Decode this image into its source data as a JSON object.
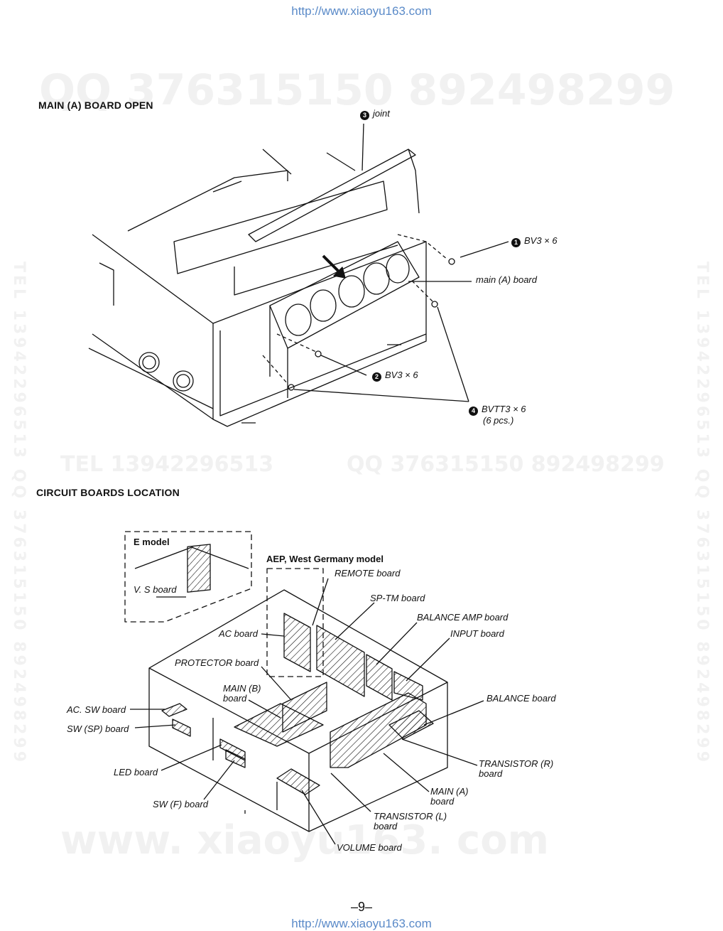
{
  "source_url": "http://www.xiaoyu163.com",
  "watermarks": {
    "top_qq": "QQ 376315150   892498299",
    "mid_tel": "TEL 13942296513",
    "mid_qq": "QQ 376315150 892498299",
    "bottom_www": "www. xiaoyu163. com",
    "side_vertical": "TEL 13942296513  QQ 376315150 892498299"
  },
  "section1": {
    "title": "MAIN (A) BOARD  OPEN",
    "callouts": [
      {
        "num": "3",
        "text": "joint"
      },
      {
        "num": "1",
        "text": "BV3 × 6"
      },
      {
        "num": "",
        "text": "main (A) board"
      },
      {
        "num": "2",
        "text": "BV3 × 6"
      },
      {
        "num": "4",
        "text": "BVTT3 × 6",
        "sub": "(6 pcs.)"
      }
    ]
  },
  "section2": {
    "title": "CIRCUIT  BOARDS  LOCATION",
    "e_model": "E model",
    "vs_board": "V. S board",
    "aep_model": "AEP, West Germany model",
    "labels": {
      "remote": "REMOTE board",
      "sptm": "SP-TM board",
      "balance_amp": "BALANCE AMP board",
      "input": "INPUT board",
      "ac": "AC board",
      "protector": "PROTECTOR board",
      "main_b_1": "MAIN (B)",
      "main_b_2": "board",
      "balance": "BALANCE board",
      "ac_sw": "AC. SW board",
      "sw_sp": "SW (SP) board",
      "led": "LED board",
      "sw_f": "SW (F) board",
      "transistor_r_1": "TRANSISTOR (R)",
      "transistor_r_2": "board",
      "main_a_1": "MAIN (A)",
      "main_a_2": "board",
      "transistor_l_1": "TRANSISTOR (L)",
      "transistor_l_2": "board",
      "volume": "VOLUME board"
    }
  },
  "page_number": "–9–"
}
